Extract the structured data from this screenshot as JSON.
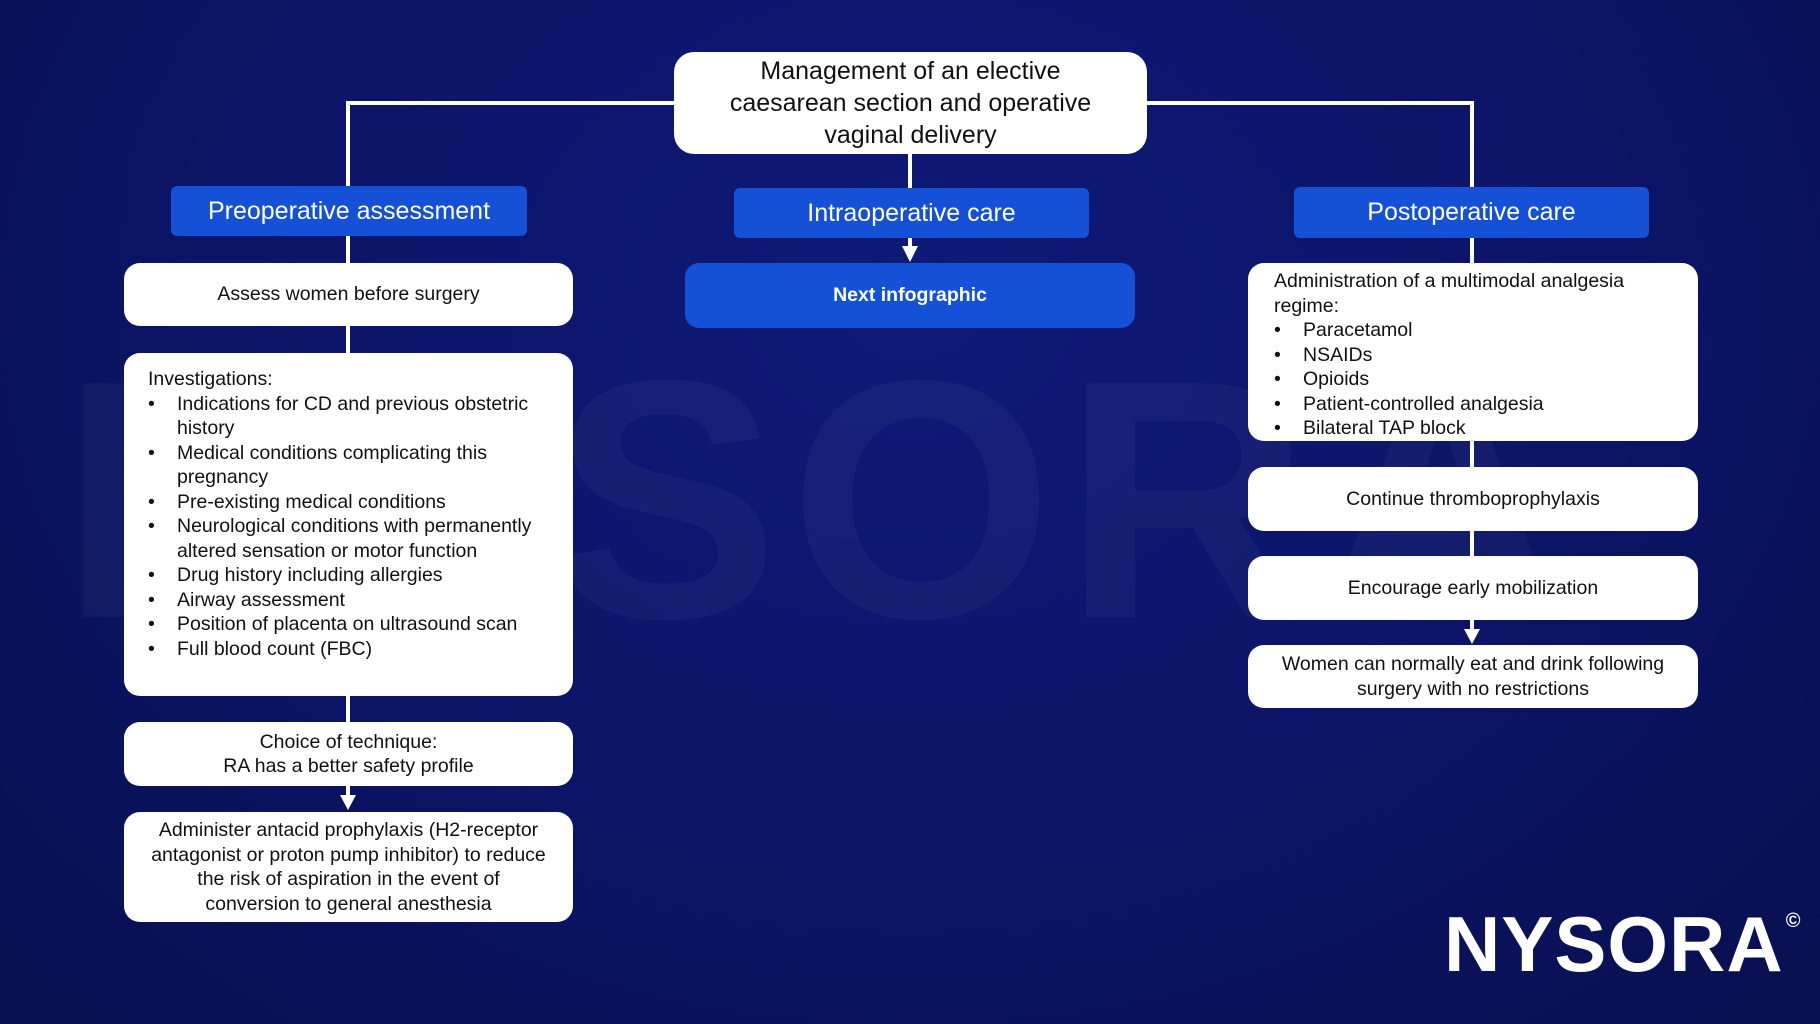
{
  "watermark": "NYSORA",
  "title": "Management of an elective caesarean section and operative vaginal delivery",
  "columns": {
    "preoperative": {
      "header": "Preoperative assessment",
      "assess": "Assess women before surgery",
      "investigations": {
        "heading": "Investigations:",
        "items": [
          "Indications for CD and previous obstetric history",
          "Medical conditions complicating this pregnancy",
          "Pre-existing medical conditions",
          "Neurological conditions with permanently altered sensation or motor function",
          "Drug history including allergies",
          "Airway assessment",
          "Position of placenta on ultrasound scan",
          "Full blood count (FBC)"
        ]
      },
      "technique_line1": "Choice of technique:",
      "technique_line2": "RA has a better safety profile",
      "antacid": "Administer antacid prophylaxis (H2-receptor antagonist or proton pump inhibitor) to reduce the risk of aspiration in the event of conversion to general anesthesia"
    },
    "intraoperative": {
      "header": "Intraoperative care",
      "next": "Next infographic"
    },
    "postoperative": {
      "header": "Postoperative care",
      "analgesia": {
        "heading": "Administration of a multimodal analgesia regime:",
        "items": [
          "Paracetamol",
          "NSAIDs",
          "Opioids",
          "Patient-controlled analgesia",
          "Bilateral TAP block"
        ]
      },
      "thrombo": "Continue thromboprophylaxis",
      "mobilization": "Encourage early mobilization",
      "eat_drink": "Women can normally eat and drink following surgery with no restrictions"
    }
  },
  "logo": {
    "text": "NYSORA",
    "mark": "©"
  },
  "colors": {
    "background": "#0b1466",
    "header_blue": "#1551d6",
    "box": "#ffffff",
    "connector": "#ffffff"
  }
}
